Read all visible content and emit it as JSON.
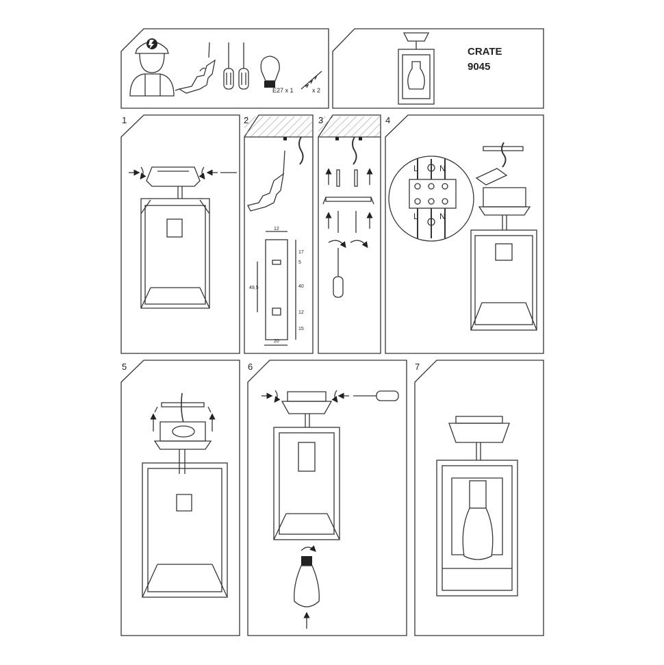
{
  "product": {
    "name": "CRATE",
    "code": "9045"
  },
  "tools": {
    "bulb_label": "E27 x 1",
    "screw_label": "x 2"
  },
  "steps": [
    {
      "num": "1"
    },
    {
      "num": "2"
    },
    {
      "num": "3"
    },
    {
      "num": "4"
    },
    {
      "num": "5"
    },
    {
      "num": "6"
    },
    {
      "num": "7"
    }
  ],
  "bracket_dims": {
    "top_width": "12",
    "d1": "17",
    "d2": "5",
    "d3": "40",
    "d4": "12",
    "d5": "15",
    "side": "49,5",
    "bottom_width": "20"
  },
  "wiring": {
    "live": "L",
    "neutral": "N"
  }
}
